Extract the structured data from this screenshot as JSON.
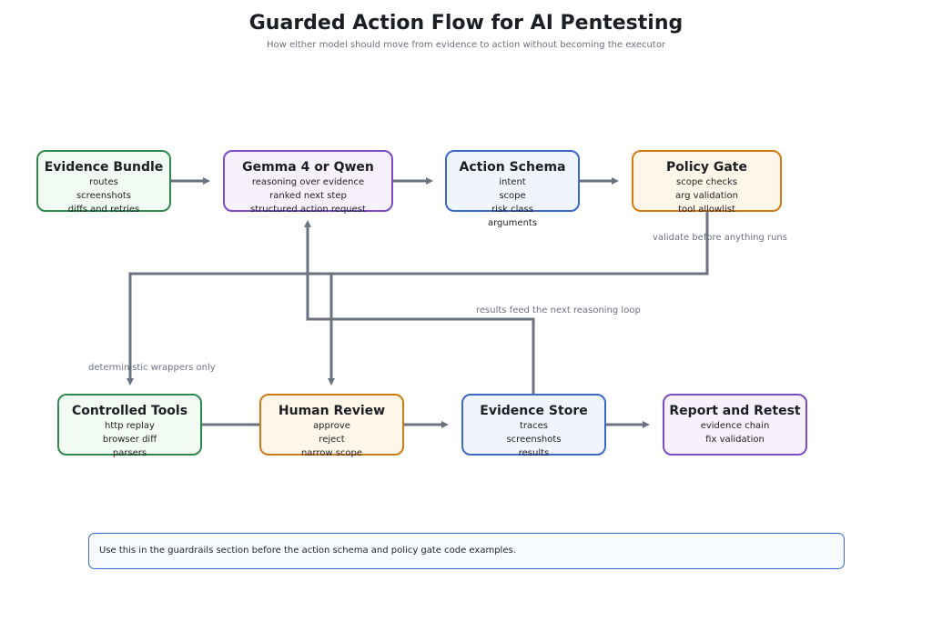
{
  "title": "Guarded Action Flow for AI Pentesting",
  "subtitle": "How either model should move from evidence to action without becoming the executor",
  "nodes": {
    "evidence_bundle": {
      "title": "Evidence Bundle",
      "lines": [
        "routes",
        "screenshots",
        "diffs and retries"
      ]
    },
    "model": {
      "title": "Gemma 4 or Qwen",
      "lines": [
        "reasoning over evidence",
        "ranked next step",
        "structured action request"
      ]
    },
    "action_schema": {
      "title": "Action Schema",
      "lines": [
        "intent",
        "scope",
        "risk class",
        "arguments"
      ]
    },
    "policy_gate": {
      "title": "Policy Gate",
      "lines": [
        "scope checks",
        "arg validation",
        "tool allowlist"
      ]
    },
    "controlled_tools": {
      "title": "Controlled Tools",
      "lines": [
        "http replay",
        "browser diff",
        "parsers"
      ]
    },
    "human_review": {
      "title": "Human Review",
      "lines": [
        "approve",
        "reject",
        "narrow scope"
      ]
    },
    "evidence_store": {
      "title": "Evidence Store",
      "lines": [
        "traces",
        "screenshots",
        "results"
      ]
    },
    "report": {
      "title": "Report and Retest",
      "lines": [
        "evidence chain",
        "fix validation"
      ]
    }
  },
  "notes": {
    "validate": "validate before anything runs",
    "results_loop": "results feed the next reasoning loop",
    "deterministic": "deterministic wrappers only"
  },
  "footer": "Use this in the guardrails section before the action schema and policy gate code examples.",
  "colors": {
    "green": "#2f8a4e",
    "purple": "#7d4cc2",
    "blue": "#3a69c8",
    "orange": "#d07a17",
    "edge": "#6b7280"
  }
}
